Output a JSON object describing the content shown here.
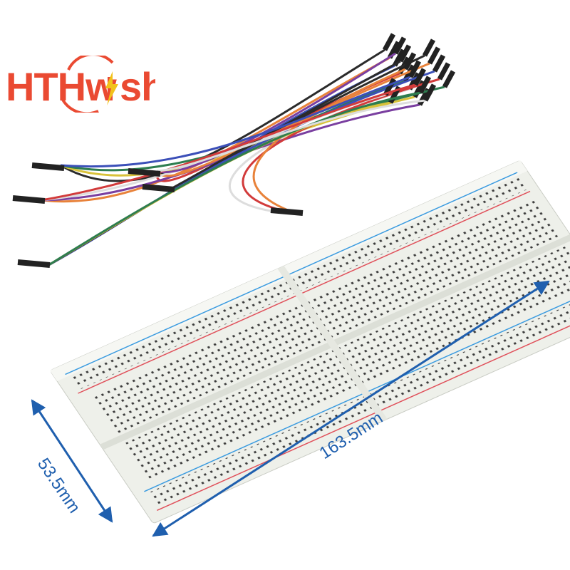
{
  "brand": {
    "logo_text": "HTHwish",
    "color": "#ea4a32",
    "bolt_color": "#f2c21a"
  },
  "dimensions": {
    "width_label": "53.5mm",
    "length_label": "163.5mm",
    "arrow_color": "#1f5fae"
  },
  "product": {
    "board_color": "#eef0ea",
    "rail_red": "#e0505a",
    "rail_blue": "#3a9be0"
  },
  "wire_colors": [
    "#2b2b2b",
    "#e8823a",
    "#3b4fb8",
    "#d23b3b",
    "#2e7d4f",
    "#ffffff",
    "#d9c23a",
    "#7a3fa0"
  ]
}
